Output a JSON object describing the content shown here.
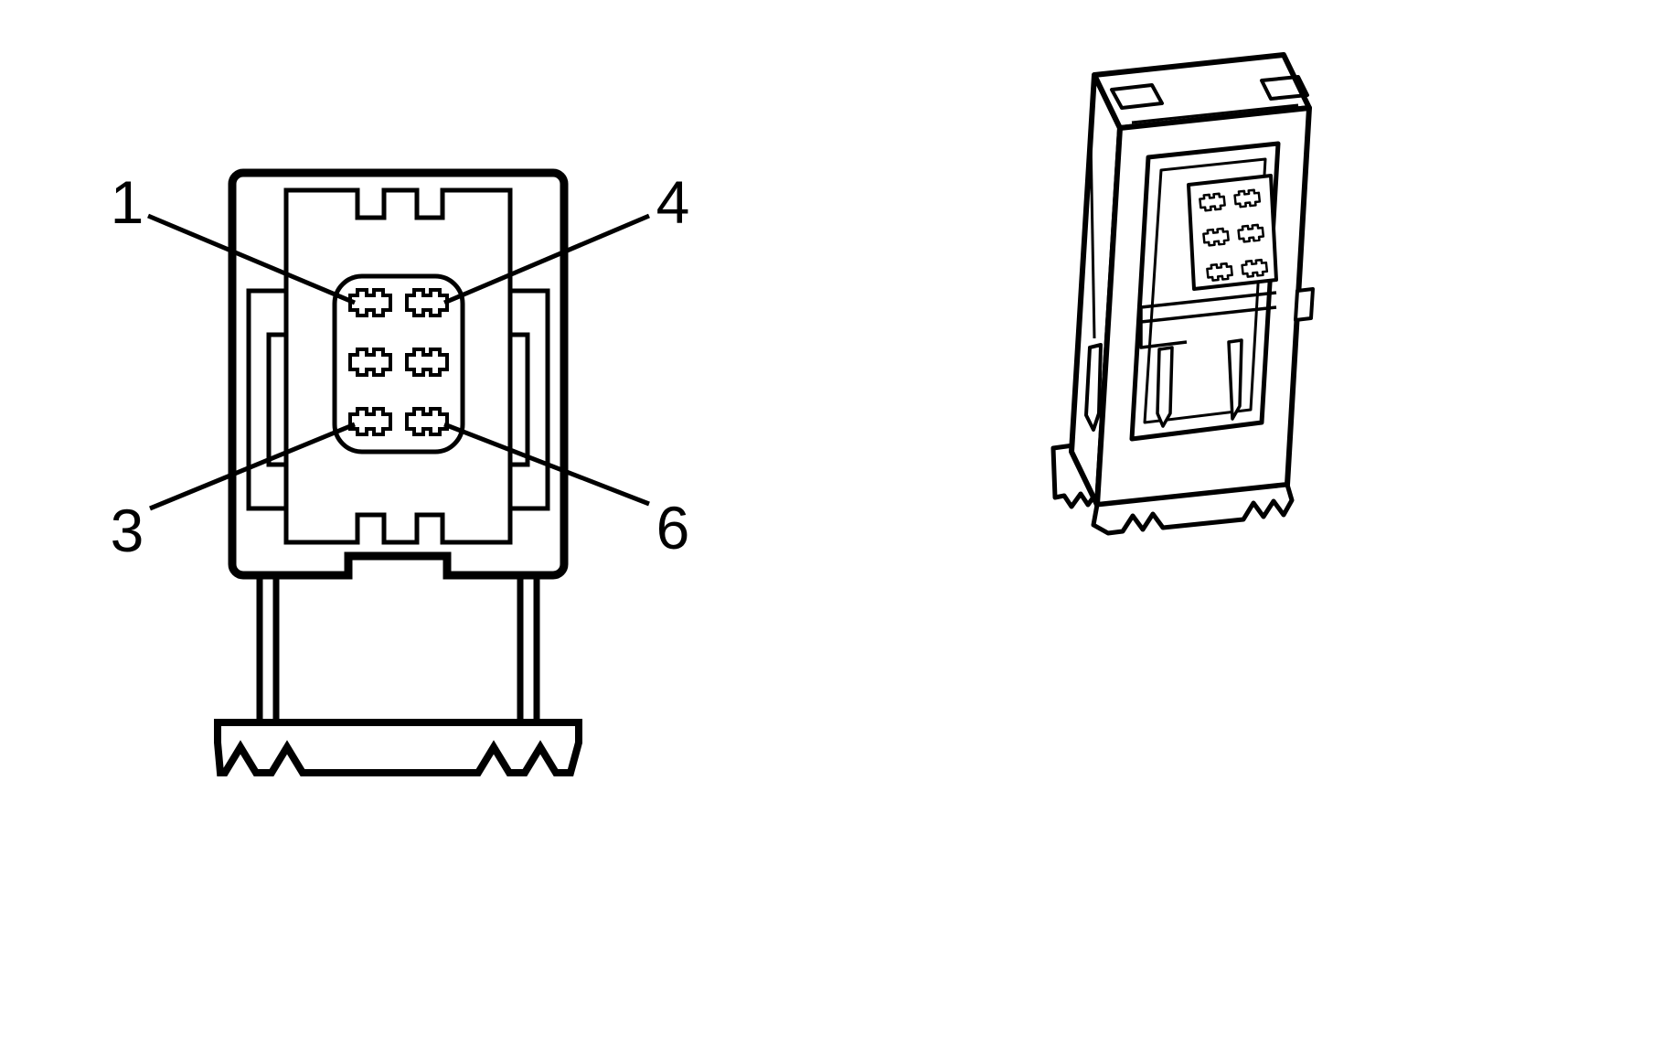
{
  "diagram": {
    "description": "Electrical connector terminal pinout",
    "pin_labels": {
      "pin_top_left": "1",
      "pin_top_right": "4",
      "pin_bottom_left": "3",
      "pin_bottom_right": "6"
    },
    "terminal_grid": {
      "columns": 2,
      "rows": 3
    },
    "colors": {
      "line": "#000000",
      "background": "#ffffff"
    }
  }
}
